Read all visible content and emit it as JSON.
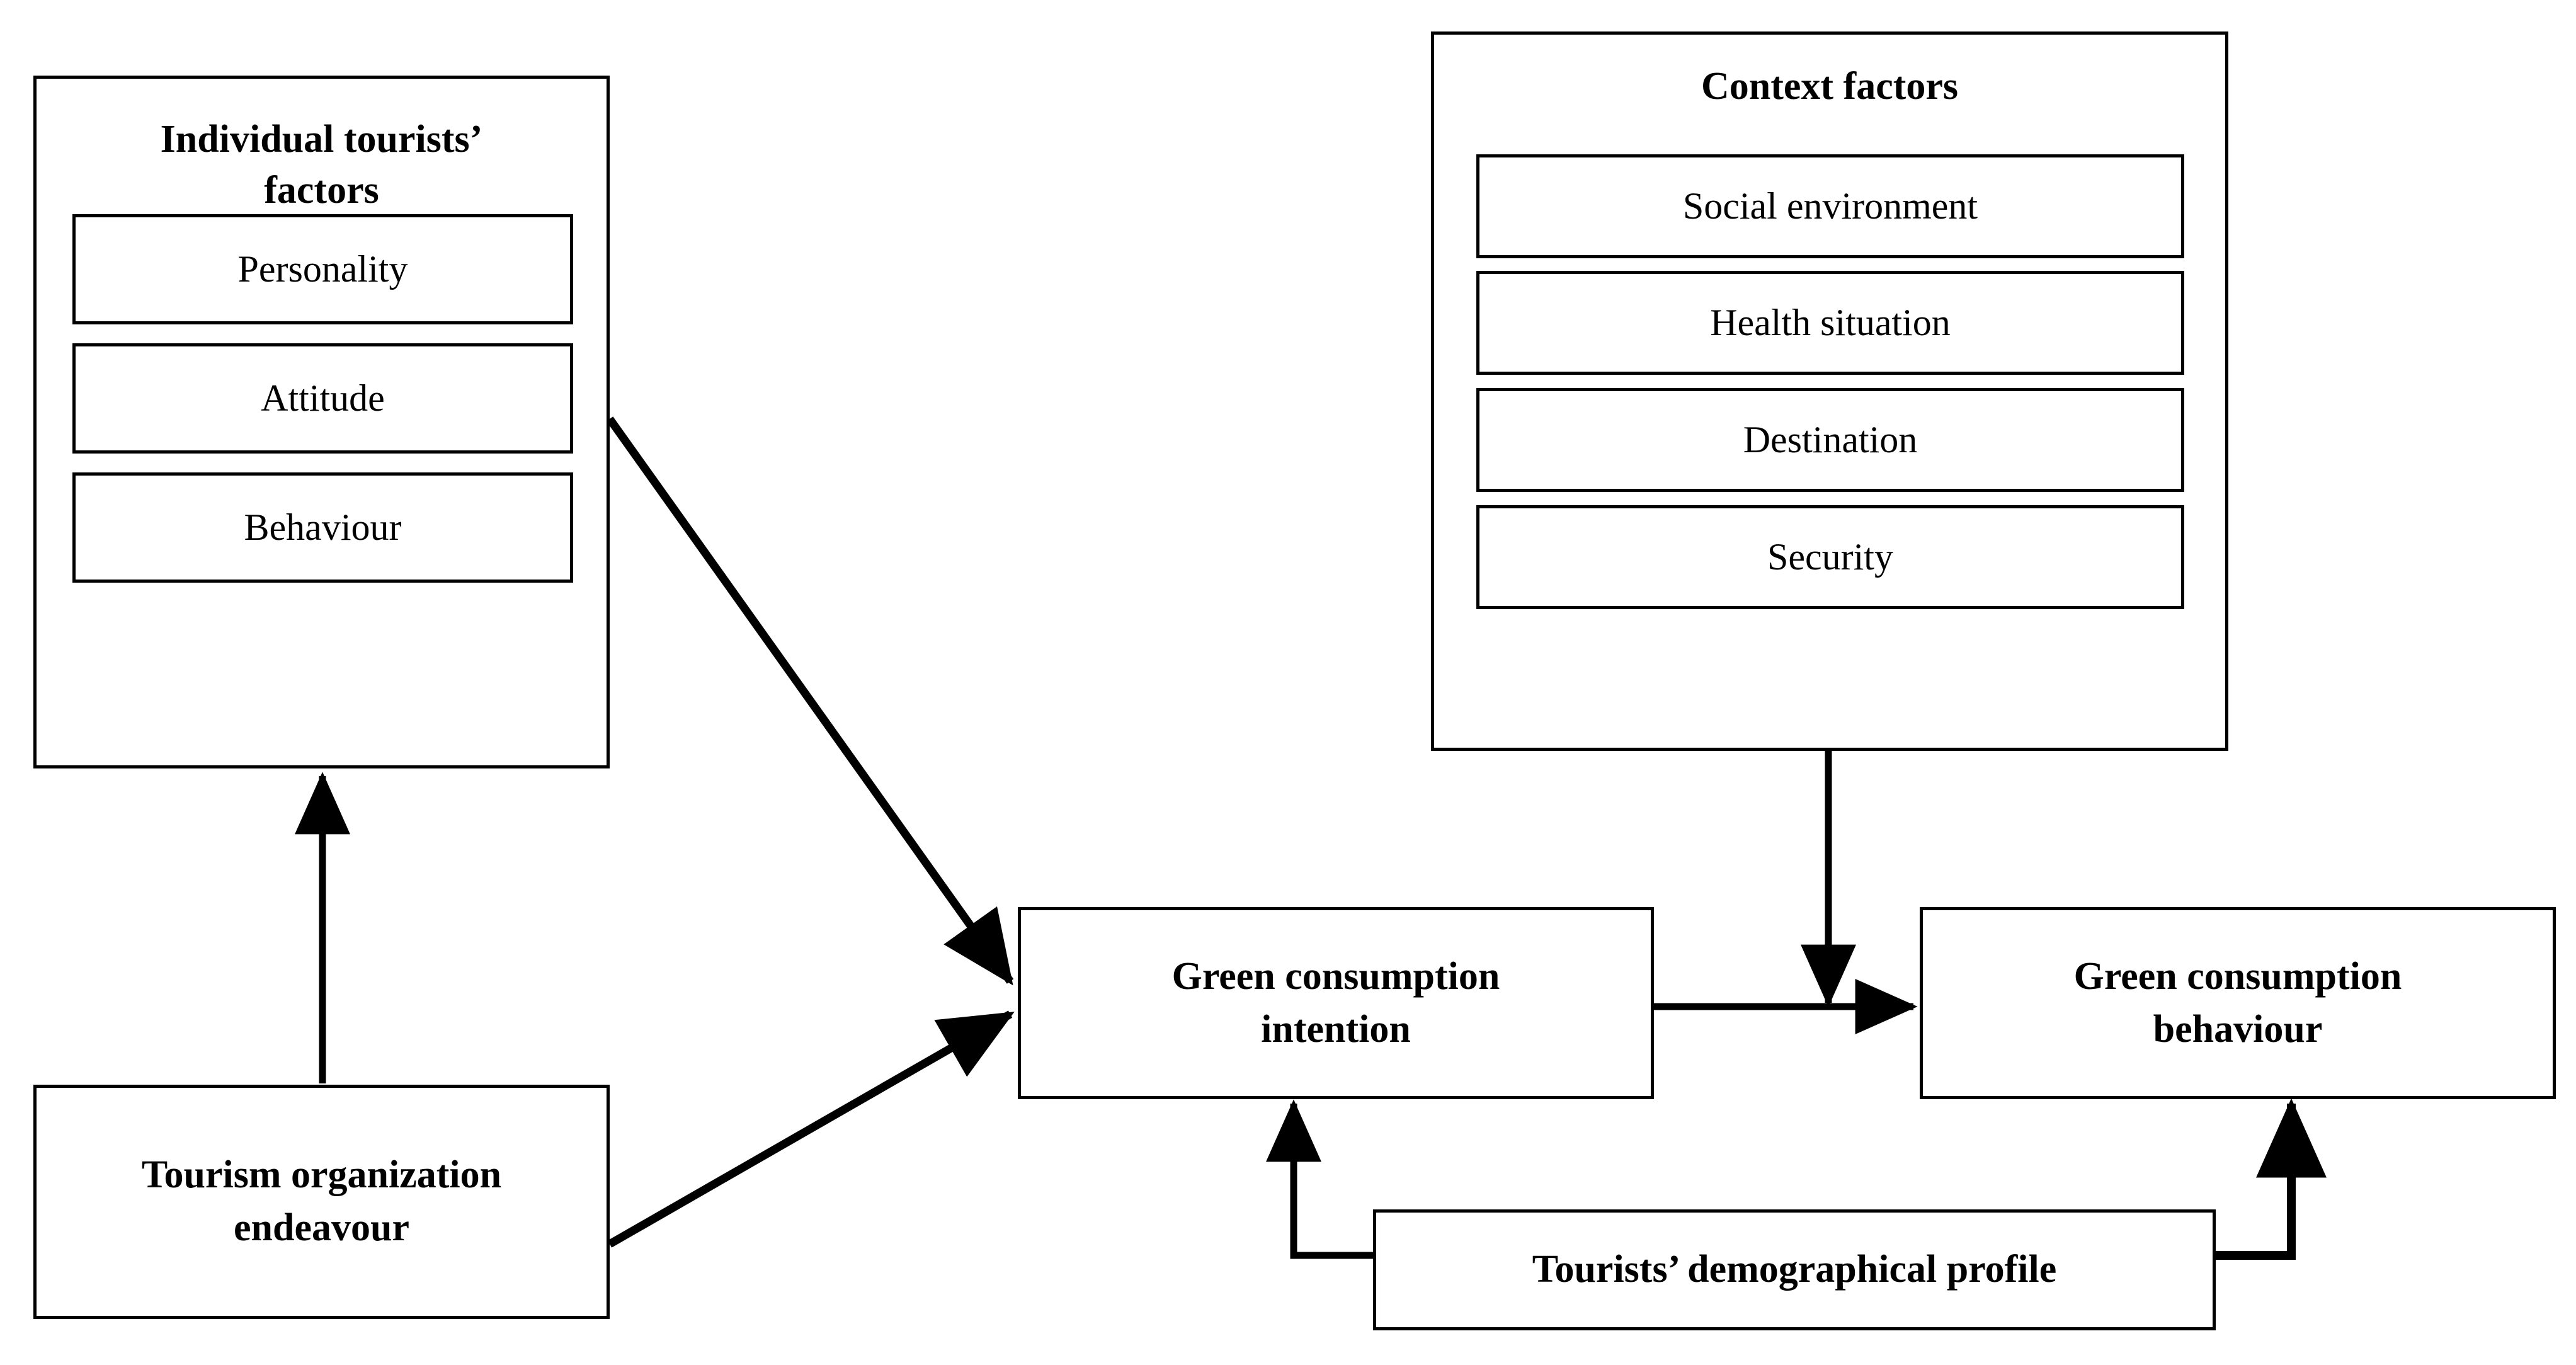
{
  "diagram": {
    "type": "conceptual-framework-flow-diagram",
    "background_color": "#ffffff",
    "line_color": "#000000",
    "groups": [
      {
        "id": "individual-tourists-factors",
        "title": "Individual tourists’ factors",
        "title_line1": "Individual tourists’",
        "title_line2": "factors",
        "items": [
          {
            "label": "Personality"
          },
          {
            "label": "Attitude"
          },
          {
            "label": "Behaviour"
          }
        ]
      },
      {
        "id": "context-factors",
        "title": "Context factors",
        "items": [
          {
            "label": "Social environment"
          },
          {
            "label": "Health situation"
          },
          {
            "label": "Destination"
          },
          {
            "label": "Security"
          }
        ]
      }
    ],
    "nodes": [
      {
        "id": "tourism-organization-endeavour",
        "label": "Tourism organization endeavour",
        "line1": "Tourism organization",
        "line2": "endeavour"
      },
      {
        "id": "green-consumption-intention",
        "label": "Green consumption intention",
        "line1": "Green consumption",
        "line2": "intention"
      },
      {
        "id": "green-consumption-behaviour",
        "label": "Green consumption behaviour",
        "line1": "Green consumption",
        "line2": "behaviour"
      },
      {
        "id": "tourists-demographical-profile",
        "label": "Tourists’ demographical profile"
      }
    ],
    "edges": [
      {
        "from": "tourism-organization-endeavour",
        "to": "individual-tourists-factors",
        "style": "arrow-up"
      },
      {
        "from": "individual-tourists-factors",
        "to": "green-consumption-intention",
        "style": "arrow-diagonal-down-right"
      },
      {
        "from": "tourism-organization-endeavour",
        "to": "green-consumption-intention",
        "style": "arrow-diagonal-up-right"
      },
      {
        "from": "green-consumption-intention",
        "to": "green-consumption-behaviour",
        "style": "arrow-right"
      },
      {
        "from": "context-factors",
        "to": "green-consumption-behaviour",
        "style": "arrow-down"
      },
      {
        "from": "tourists-demographical-profile",
        "to": "green-consumption-intention",
        "style": "elbow-arrow-up-left"
      },
      {
        "from": "tourists-demographical-profile",
        "to": "green-consumption-behaviour",
        "style": "elbow-arrow-up-right"
      }
    ]
  }
}
